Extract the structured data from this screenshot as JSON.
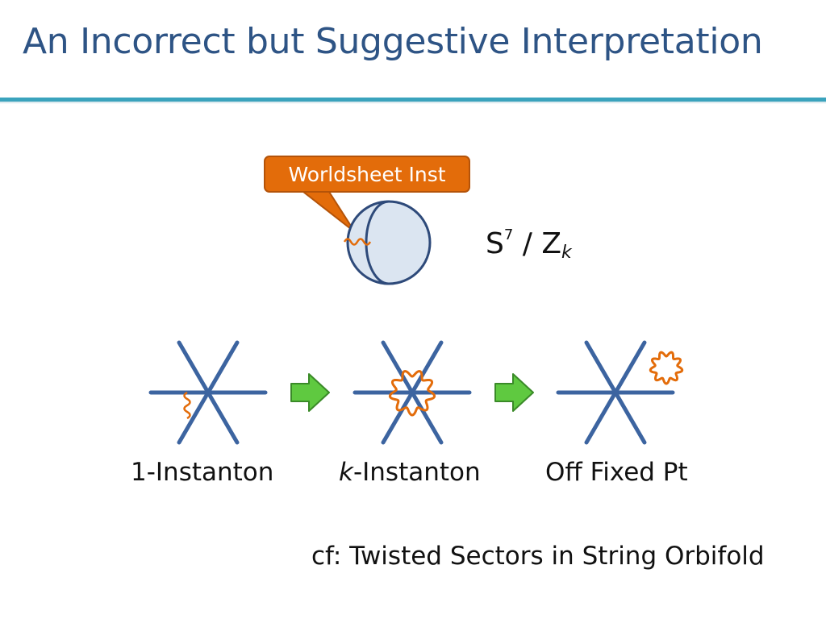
{
  "title": "An Incorrect but Suggestive Interpretation",
  "callout": {
    "label": "Worldsheet Inst"
  },
  "space": {
    "base": "S",
    "exponent": "7",
    "separator": " / ",
    "quotient": "Z",
    "quotient_sub": "k"
  },
  "stages": [
    {
      "prefix": "",
      "emph": "",
      "text": "1-Instanton"
    },
    {
      "prefix": "",
      "emph": "k",
      "text": "-Instanton"
    },
    {
      "prefix": "",
      "emph": "",
      "text": "Off Fixed Pt"
    }
  ],
  "footnote": "cf: Twisted Sectors in String Orbifold",
  "colors": {
    "title": "#2e5485",
    "rule": "#3aa3bd",
    "lines": "#3c64a0",
    "worldsheet": "#e36c0a",
    "arrow_fill": "#5fc940",
    "arrow_stroke": "#3a8a28",
    "sphere_fill": "#dbe5f1"
  }
}
